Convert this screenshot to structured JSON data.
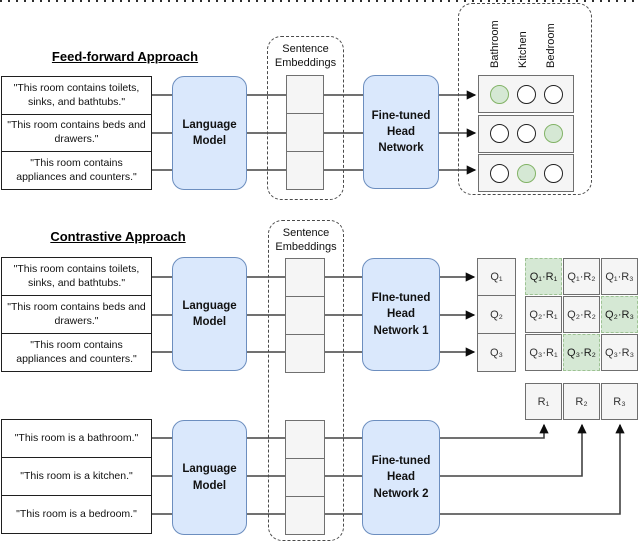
{
  "feed_forward": {
    "title": "Feed-forward Approach",
    "inputs": [
      "\"This room contains toilets, sinks, and bathtubs.\"",
      "\"This room contains beds and drawers.\"",
      "\"This room contains appliances and counters.\""
    ],
    "language_model": "Language Model",
    "embeddings_label": "Sentence Embeddings",
    "head_network": "Fine-tuned Head Network",
    "output": {
      "column_labels": [
        "Bathroom",
        "Kitchen",
        "Bedroom"
      ],
      "grid": [
        [
          true,
          false,
          false
        ],
        [
          false,
          false,
          true
        ],
        [
          false,
          true,
          false
        ]
      ]
    }
  },
  "contrastive": {
    "title": "Contrastive Approach",
    "query_inputs": [
      "\"This room contains toilets, sinks, and bathtubs.\"",
      "\"This room contains beds and drawers.\"",
      "\"This room contains appliances and counters.\""
    ],
    "reference_inputs": [
      "\"This room is a bathroom.\"",
      "\"This room is a kitchen.\"",
      "\"This room is a bedroom.\""
    ],
    "language_model": "Language Model",
    "embeddings_label": "Sentence Embeddings",
    "head_network_1": "FIne-tuned Head Network 1",
    "head_network_2": "Fine-tuned Head Network 2",
    "queries": [
      "Q₁",
      "Q₂",
      "Q₃"
    ],
    "references": [
      "R₁",
      "R₂",
      "R₃"
    ],
    "similarity_matrix": {
      "rows": [
        [
          {
            "label": "Q₁·R₁",
            "highlight": true
          },
          {
            "label": "Q₁·R₂",
            "highlight": false
          },
          {
            "label": "Q₁·R₃",
            "highlight": false
          }
        ],
        [
          {
            "label": "Q₂·R₁",
            "highlight": false
          },
          {
            "label": "Q₂·R₂",
            "highlight": false
          },
          {
            "label": "Q₂·R₃",
            "highlight": true
          }
        ],
        [
          {
            "label": "Q₃·R₁",
            "highlight": false
          },
          {
            "label": "Q₃·R₂",
            "highlight": true
          },
          {
            "label": "Q₃·R₃",
            "highlight": false
          }
        ]
      ]
    }
  },
  "colors": {
    "model_box_fill": "#dae8fc",
    "model_box_border": "#6c8ebf",
    "highlight_fill": "#d5e8d4",
    "highlight_border": "#82b366",
    "cell_fill": "#f5f5f5",
    "cell_border": "#666666"
  }
}
